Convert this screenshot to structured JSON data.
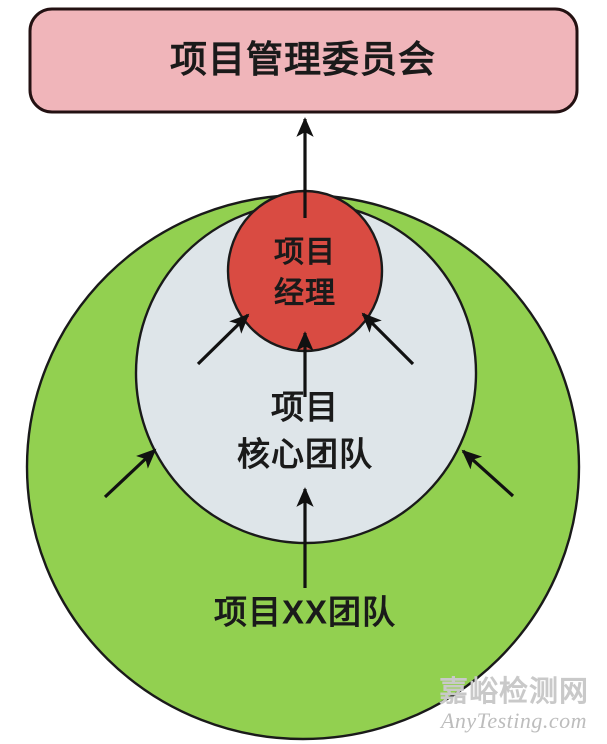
{
  "diagram": {
    "type": "nested-circles-org-chart",
    "title_box": {
      "label": "项目管理委员会",
      "fill": "#F0B5BA",
      "stroke": "#231112"
    },
    "circles": [
      {
        "id": "outer",
        "label": "项目XX团队",
        "fill": "#92D050",
        "stroke": "#1a1a1a",
        "level": 3
      },
      {
        "id": "middle",
        "label_line_1": "项目",
        "label_line_2": "核心团队",
        "fill": "#DEE5E9",
        "stroke": "#1a1a1a",
        "level": 2
      },
      {
        "id": "inner",
        "label_line_1": "项目",
        "label_line_2": "经理",
        "fill": "#D94B42",
        "stroke": "#1a1a1a",
        "level": 1
      }
    ],
    "arrows": [
      {
        "id": "arrow-team-to-core-left",
        "from": "outer",
        "to": "middle",
        "direction": "up-right"
      },
      {
        "id": "arrow-team-to-core-center",
        "from": "outer",
        "to": "middle",
        "direction": "up"
      },
      {
        "id": "arrow-team-to-core-right",
        "from": "outer",
        "to": "middle",
        "direction": "up-left"
      },
      {
        "id": "arrow-core-to-pm-left",
        "from": "middle",
        "to": "inner",
        "direction": "up-right"
      },
      {
        "id": "arrow-core-to-pm-center",
        "from": "middle",
        "to": "inner",
        "direction": "up"
      },
      {
        "id": "arrow-core-to-pm-right",
        "from": "middle",
        "to": "inner",
        "direction": "up-left"
      },
      {
        "id": "arrow-pm-to-committee",
        "from": "inner",
        "to": "title_box",
        "direction": "up"
      }
    ]
  },
  "watermark": {
    "chinese": "嘉峪检测网",
    "english": "AnyTesting.com",
    "color": "#c6c6c6"
  }
}
